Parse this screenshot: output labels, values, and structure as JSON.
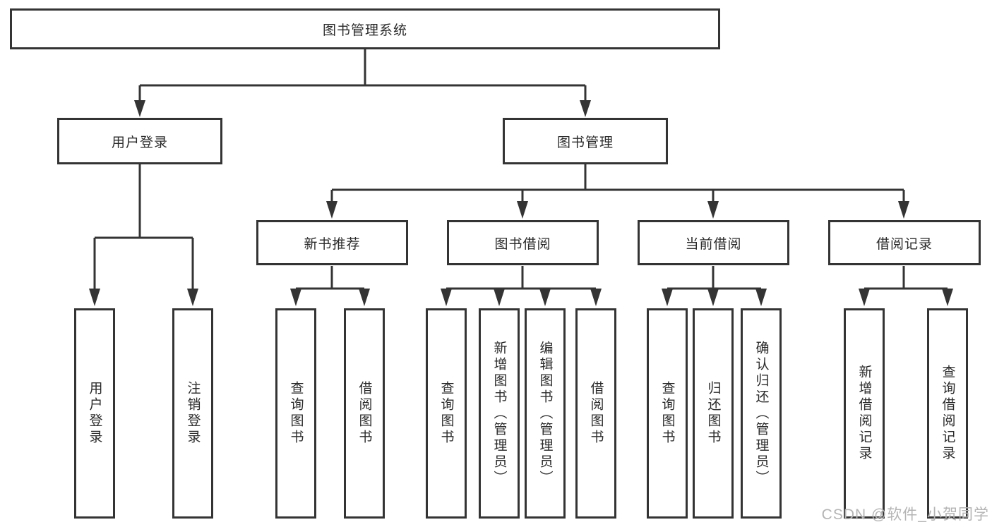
{
  "tree": {
    "root": {
      "label": "图书管理系统",
      "children": [
        {
          "label": "用户登录",
          "children": [
            {
              "label": "用户登录"
            },
            {
              "label": "注销登录"
            }
          ]
        },
        {
          "label": "图书管理",
          "children": [
            {
              "label": "新书推荐",
              "children": [
                {
                  "label": "查询图书"
                },
                {
                  "label": "借阅图书"
                }
              ]
            },
            {
              "label": "图书借阅",
              "children": [
                {
                  "label": "查询图书"
                },
                {
                  "label": "新增图书（管理员）"
                },
                {
                  "label": "编辑图书（管理员）"
                },
                {
                  "label": "借阅图书"
                }
              ]
            },
            {
              "label": "当前借阅",
              "children": [
                {
                  "label": "查询图书"
                },
                {
                  "label": "归还图书"
                },
                {
                  "label": "确认归还（管理员）"
                }
              ]
            },
            {
              "label": "借阅记录",
              "children": [
                {
                  "label": "新增借阅记录"
                },
                {
                  "label": "查询借阅记录"
                }
              ]
            }
          ]
        }
      ]
    }
  },
  "watermark": {
    "text": "CSDN @软件_小贺同学"
  },
  "colors": {
    "line": "#343434",
    "box_border": "#343434",
    "text": "#2b2b2b",
    "watermark": "#b4b4b4",
    "background": "#ffffff"
  }
}
